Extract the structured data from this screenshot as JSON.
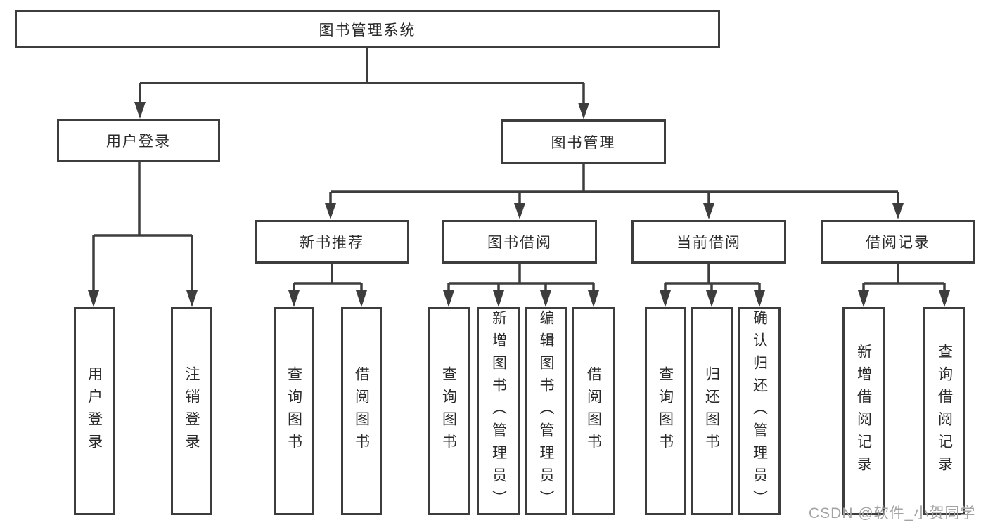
{
  "tree": {
    "root": "图书管理系统",
    "branches": [
      {
        "label": "用户登录",
        "children": [
          "用户登录",
          "注销登录"
        ]
      },
      {
        "label": "图书管理",
        "sections": [
          {
            "label": "新书推荐",
            "children": [
              "查询图书",
              "借阅图书"
            ]
          },
          {
            "label": "图书借阅",
            "children": [
              "查询图书",
              "新增图书（管理员）",
              "编辑图书（管理员）",
              "借阅图书"
            ]
          },
          {
            "label": "当前借阅",
            "children": [
              "查询图书",
              "归还图书",
              "确认归还（管理员）"
            ]
          },
          {
            "label": "借阅记录",
            "children": [
              "新增借阅记录",
              "查询借阅记录"
            ]
          }
        ]
      }
    ]
  },
  "watermark": {
    "text": "CSDN @软件_小贺同学"
  },
  "colors": {
    "line": "#3d3d3d",
    "text": "#2a2a2a",
    "watermark": "#a3a3a3",
    "background": "#ffffff"
  }
}
